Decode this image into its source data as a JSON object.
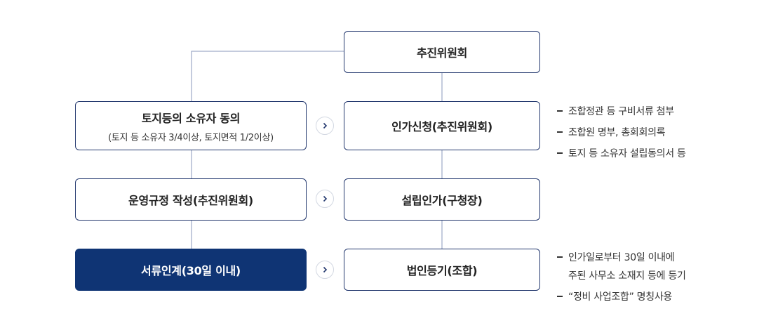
{
  "boxes": {
    "committee": "추진위원회",
    "consent_title": "토지등의 소유자 동의",
    "consent_sub": "(토지 등 소유자 3/4이상, 토지면적 1/2이상)",
    "approval_request": "인가신청(추진위원회)",
    "rules": "운영규정 작성(추진위원회)",
    "establishment": "설립인가(구청장)",
    "handover": "서류인계(30일 이내)",
    "registration": "법인등기(조합)"
  },
  "notes": {
    "approval": [
      "조합정관 등 구비서류 첨부",
      "조합원 명부, 총회회의록",
      "토지 등 소유자 설립동의서 등"
    ],
    "registration_line1": "인가일로부터 30일 이내에",
    "registration_line2": "주된 사무소 소재지 등에 등기",
    "registration_line3": "“정비 사업조합” 명칭사용"
  },
  "colors": {
    "accent": "#0f3474",
    "line": "#7f8db3",
    "chevron": "#23386e"
  },
  "icons": [
    "chevron-right-icon"
  ]
}
